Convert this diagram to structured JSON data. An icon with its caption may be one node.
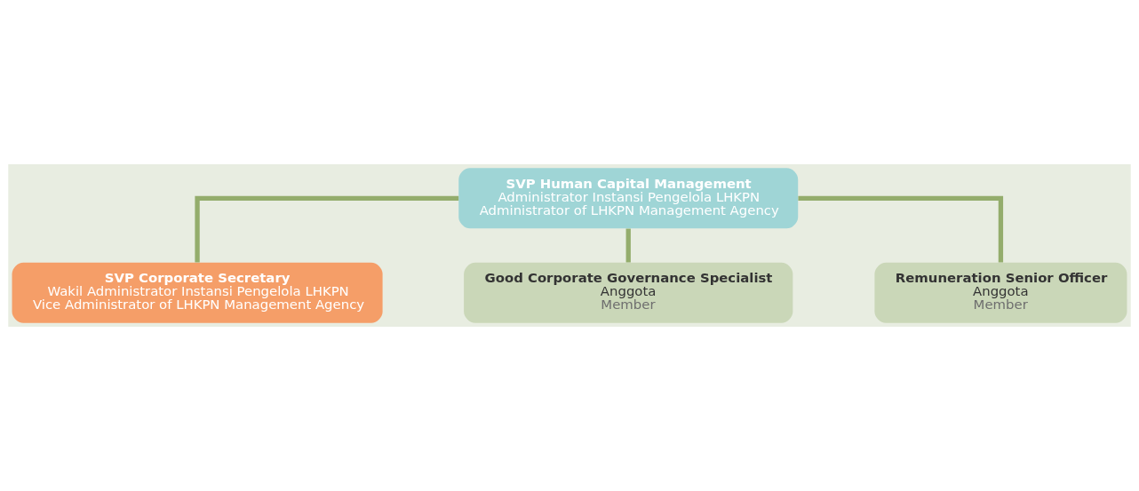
{
  "diagram": {
    "nodes": [
      {
        "text": [
          "SVP Human Capital Management",
          "Administrator Instansi Pengelola LHKPN",
          "Administrator of LHKPN Management Agency"
        ]
      },
      {
        "text": [
          "SVP Corporate Secretary",
          "Wakil Administrator Instansi Pengelola LHKPN",
          "Vice Administrator of LHKPN Management Agency"
        ]
      },
      {
        "text": [
          "Good Corporate Governance Specialist",
          "Anggota",
          "Member"
        ]
      },
      {
        "text": [
          "Remuneration Senior Officer",
          "Anggota",
          "Member"
        ]
      }
    ],
    "edges": [
      {
        "from": 0,
        "to": 1,
        "arrow": "none"
      },
      {
        "from": 0,
        "to": 2,
        "arrow": "none"
      },
      {
        "from": 0,
        "to": 3,
        "arrow": "none"
      }
    ]
  }
}
